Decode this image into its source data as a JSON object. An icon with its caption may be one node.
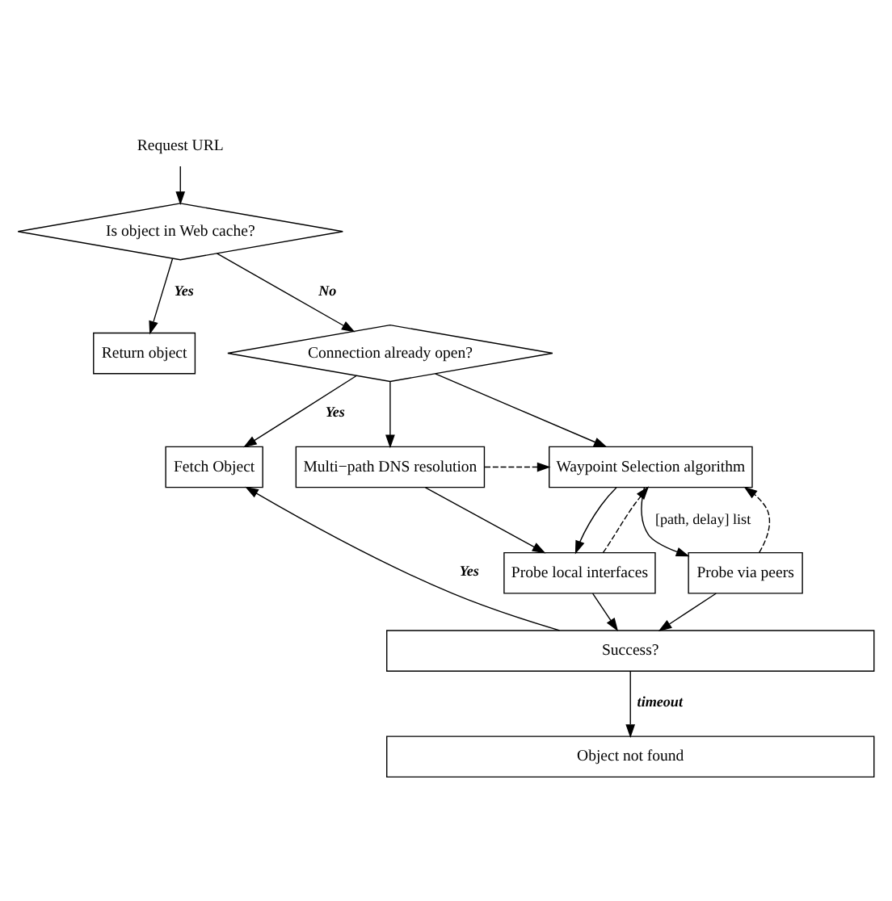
{
  "diagram": {
    "nodes": [
      {
        "text": [
          "Request URL"
        ]
      },
      {
        "text": [
          "Is object in Web cache?"
        ]
      },
      {
        "text": [
          "Return object"
        ]
      },
      {
        "text": [
          "Connection already open?"
        ]
      },
      {
        "text": [
          "Fetch Object"
        ]
      },
      {
        "text": [
          "Waypoint Selection algorithm"
        ]
      },
      {
        "text": [
          "Multi−path DNS resolution"
        ]
      },
      {
        "text": [
          "Probe via peers"
        ]
      },
      {
        "text": [
          "Probe local interfaces"
        ]
      },
      {
        "text": [
          "Success?"
        ]
      },
      {
        "text": [
          "Object not found"
        ]
      }
    ],
    "edges": [
      {
        "from": 0,
        "to": 1,
        "arrow": "to"
      },
      {
        "from": 1,
        "to": 2,
        "arrow": "to",
        "label": "Yes"
      },
      {
        "from": 1,
        "to": 3,
        "arrow": "to",
        "label": "No"
      },
      {
        "from": 3,
        "to": 4,
        "arrow": "to",
        "label": "Yes"
      },
      {
        "from": 3,
        "to": 5,
        "arrow": "to"
      },
      {
        "from": 3,
        "to": 6,
        "arrow": "to"
      },
      {
        "from": 6,
        "to": 5,
        "arrow": "to",
        "style": "dashed"
      },
      {
        "from": 5,
        "to": 7,
        "arrow": "to",
        "label": "[path, delay] list"
      },
      {
        "from": 7,
        "to": 5,
        "arrow": "to",
        "style": "dashed"
      },
      {
        "from": 5,
        "to": 8,
        "arrow": "to"
      },
      {
        "from": 8,
        "to": 5,
        "arrow": "to",
        "style": "dashed"
      },
      {
        "from": 6,
        "to": 8,
        "arrow": "to"
      },
      {
        "from": 7,
        "to": 9,
        "arrow": "to"
      },
      {
        "from": 8,
        "to": 9,
        "arrow": "to"
      },
      {
        "from": 9,
        "to": 4,
        "arrow": "to",
        "label": "Yes"
      },
      {
        "from": 9,
        "to": 10,
        "arrow": "to",
        "label": "timeout"
      }
    ]
  }
}
